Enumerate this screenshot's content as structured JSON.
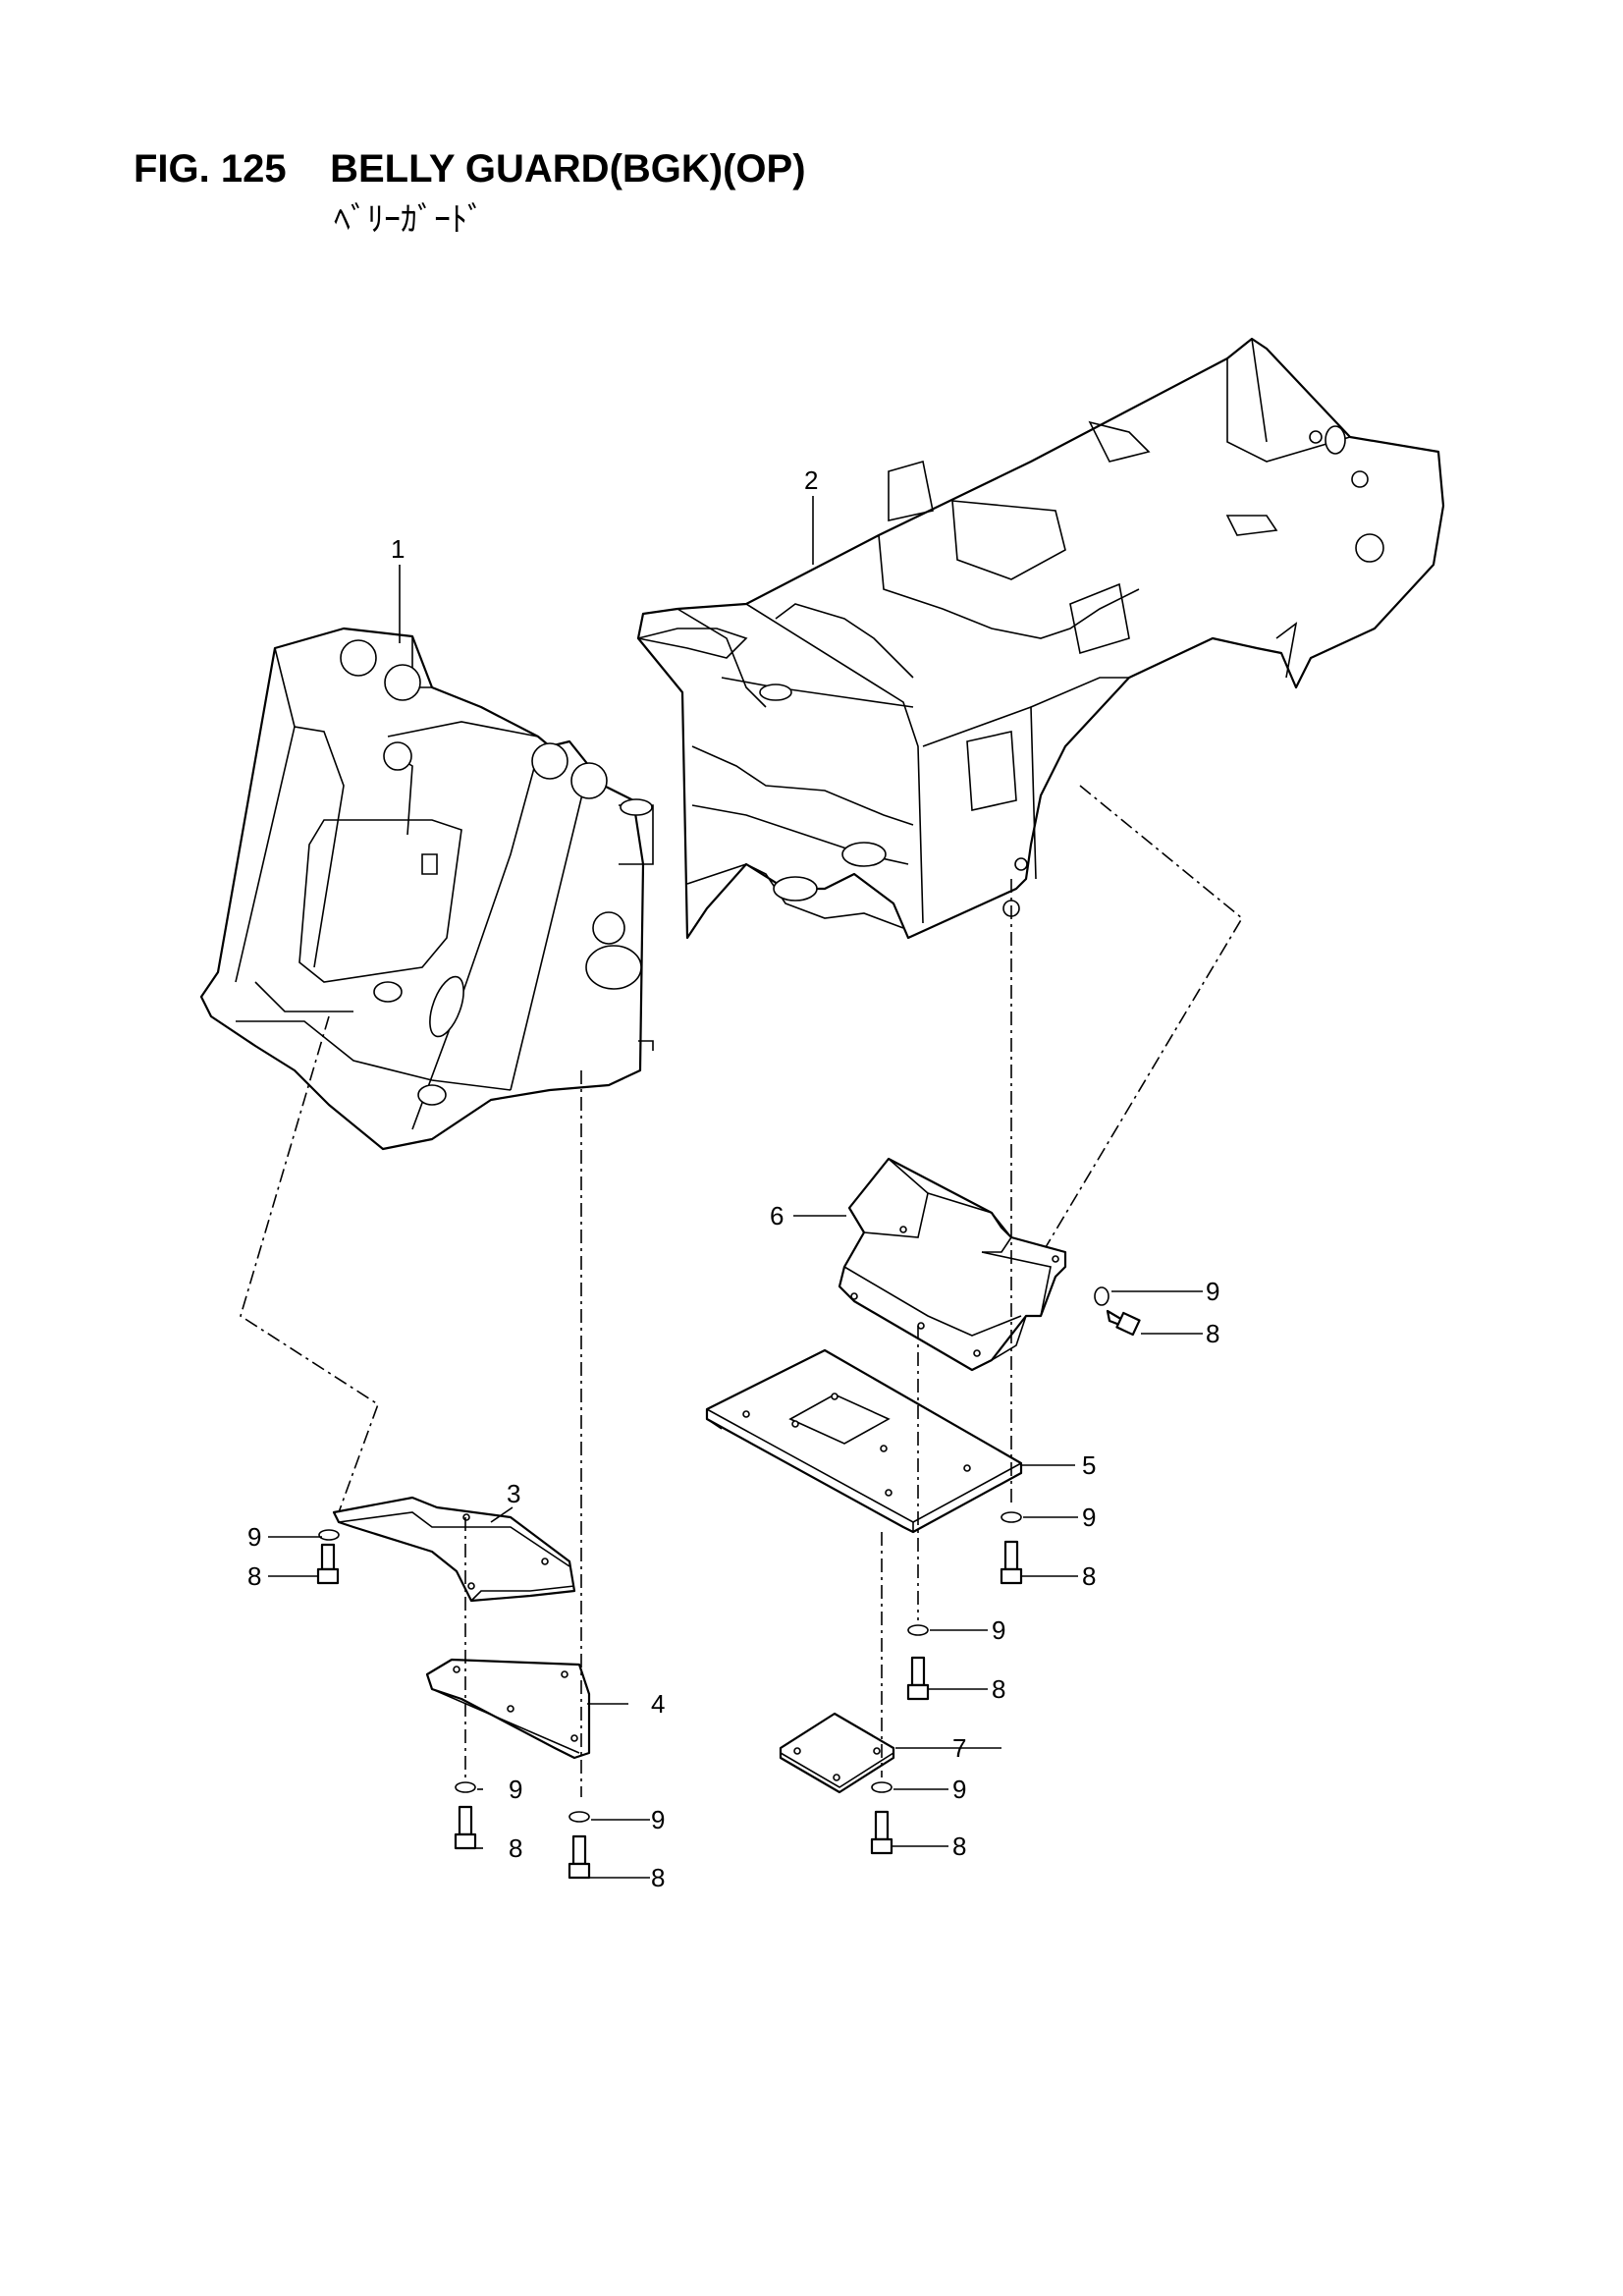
{
  "figure": {
    "number_label": "FIG. 125",
    "title": "BELLY GUARD(BGK)(OP)",
    "subtitle_jp": "ﾍﾞﾘｰｶﾞｰﾄﾞ"
  },
  "callouts": {
    "c1": "1",
    "c2": "2",
    "c3": "3",
    "c4": "4",
    "c5": "5",
    "c6": "6",
    "c7": "7",
    "c8a": "8",
    "c8b": "8",
    "c8c": "8",
    "c8d": "8",
    "c8e": "8",
    "c8f": "8",
    "c8g": "8",
    "c9a": "9",
    "c9b": "9",
    "c9c": "9",
    "c9d": "9",
    "c9e": "9",
    "c9f": "9",
    "c9g": "9"
  }
}
